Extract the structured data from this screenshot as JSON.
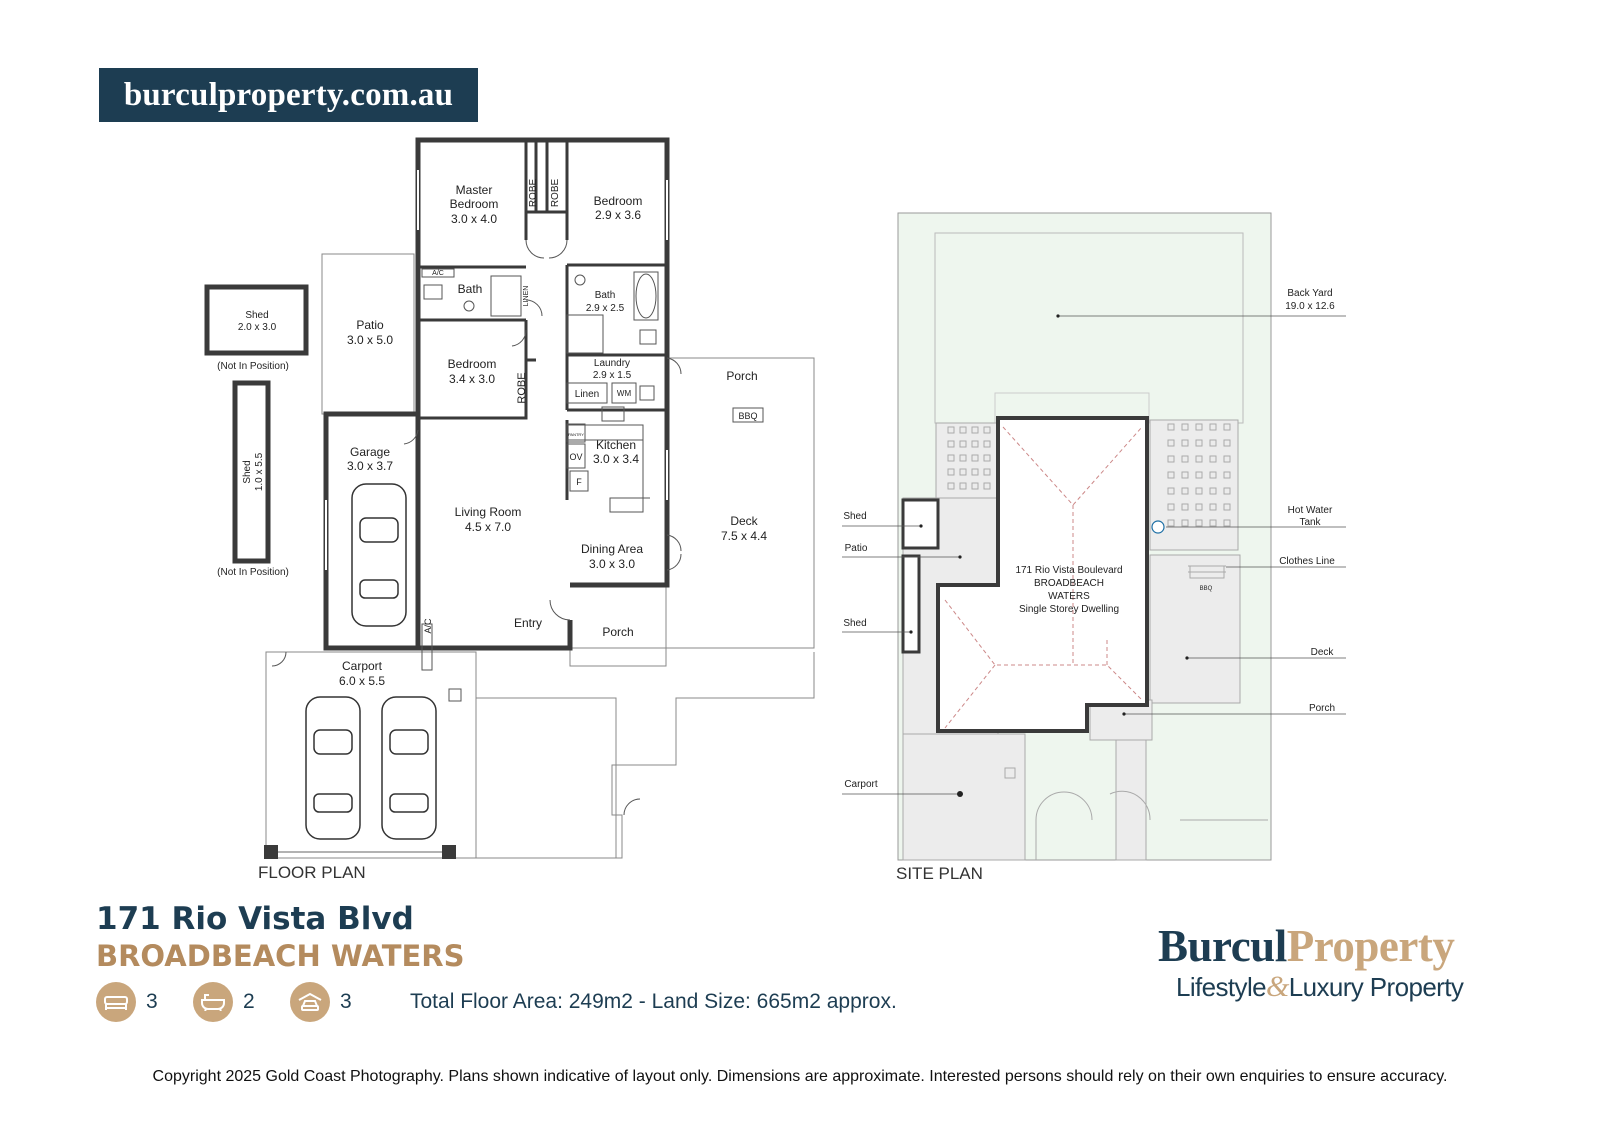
{
  "header": {
    "website": "burculproperty.com.au"
  },
  "floor_plan": {
    "caption": "FLOOR PLAN",
    "rooms": {
      "master_bed": [
        "Master",
        "Bedroom",
        "3.0 x 4.0"
      ],
      "bedroom2": [
        "Bedroom",
        "2.9 x 3.6"
      ],
      "bath1": "Bath",
      "bath2": [
        "Bath",
        "2.9 x 2.5"
      ],
      "patio": [
        "Patio",
        "3.0 x 5.0"
      ],
      "bedroom3": [
        "Bedroom",
        "3.4 x 3.0"
      ],
      "laundry": [
        "Laundry",
        "2.9 x 1.5"
      ],
      "porch_top": "Porch",
      "kitchen": [
        "Kitchen",
        "3.0 x 3.4"
      ],
      "garage": [
        "Garage",
        "3.0 x 3.7"
      ],
      "living": [
        "Living Room",
        "4.5 x 7.0"
      ],
      "dining": [
        "Dining Area",
        "3.0 x 3.0"
      ],
      "deck": [
        "Deck",
        "7.5 x 4.4"
      ],
      "entry": "Entry",
      "porch_bottom": "Porch",
      "carport": [
        "Carport",
        "6.0 x 5.5"
      ],
      "shed1": [
        "Shed",
        "2.0 x 3.0"
      ],
      "shed2": [
        "Shed",
        "1.0 x 5.5"
      ],
      "not_in_position": "(Not In Position)"
    },
    "fixtures": {
      "robe": "ROBE",
      "linen_v": "LINEN",
      "linen": "Linen",
      "wm": "WM",
      "bbq": "BBQ",
      "ac": "A/C",
      "ov": "OV",
      "fridge": "F",
      "pantry": "PANTRY"
    }
  },
  "site_plan": {
    "caption": "SITE PLAN",
    "dwelling": [
      "171 Rio Vista Boulevard",
      "BROADBEACH",
      "WATERS",
      "Single Storey Dwelling"
    ],
    "labels": {
      "back_yard": [
        "Back Yard",
        "19.0 x 12.6"
      ],
      "hot_water": [
        "Hot Water",
        "Tank"
      ],
      "clothes_line": "Clothes Line",
      "deck": "Deck",
      "porch": "Porch",
      "shed": "Shed",
      "patio": "Patio",
      "carport": "Carport",
      "bbq": "BBQ"
    }
  },
  "property": {
    "street": "171 Rio Vista Blvd",
    "suburb": "BROADBEACH WATERS",
    "beds": "3",
    "baths": "2",
    "cars": "3",
    "area_text": "Total Floor Area: 249m2 - Land Size: 665m2 approx."
  },
  "brand": {
    "word1": "Burcul",
    "word2": "Property",
    "tag1": "Lifestyle",
    "tag_amp": "&",
    "tag2": "Luxury Property"
  },
  "footer": {
    "copyright": "Copyright 2025 Gold Coast Photography. Plans shown indicative of layout only. Dimensions are approximate. Interested persons should rely on their own enquiries to ensure accuracy."
  },
  "colors": {
    "navy": "#1d3d52",
    "gold": "#b48b5e",
    "icon_gold": "#c9a67c",
    "wall": "#3a3a3a",
    "yard": "#eef6ee",
    "hard_surface": "#ececec"
  }
}
